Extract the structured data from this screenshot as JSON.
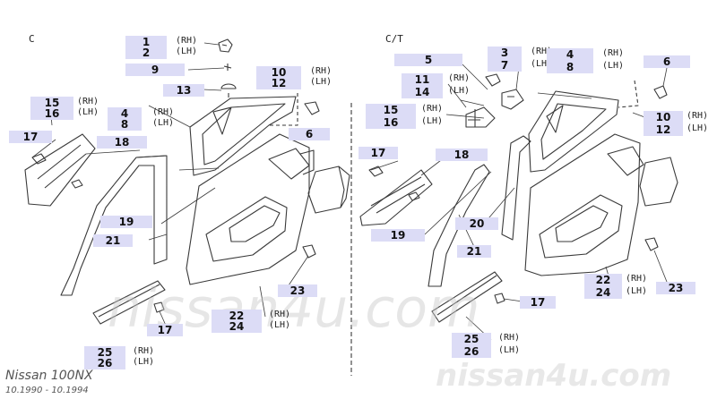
{
  "sections": {
    "left_title": "C",
    "right_title": "C/T"
  },
  "model": {
    "name": "Nissan 100NX",
    "dates": "10.1990 - 10.1994"
  },
  "watermark": {
    "text": "nissan4u.com"
  },
  "side": {
    "rh": "(RH)",
    "lh": "(LH)"
  },
  "left_callouts": [
    "1",
    "2",
    "9",
    "13",
    "15",
    "16",
    "4",
    "8",
    "17",
    "18",
    "6",
    "10",
    "12",
    "19",
    "21",
    "23",
    "17",
    "22",
    "24",
    "25",
    "26"
  ],
  "right_callouts": [
    "5",
    "3",
    "7",
    "11",
    "14",
    "15",
    "16",
    "4",
    "8",
    "6",
    "10",
    "12",
    "17",
    "18",
    "19",
    "20",
    "21",
    "17",
    "22",
    "24",
    "23",
    "25",
    "26"
  ],
  "colors": {
    "label_bg": "#dcdcf6",
    "line": "#3a3a3a",
    "watermark": "#e8e8e8"
  }
}
